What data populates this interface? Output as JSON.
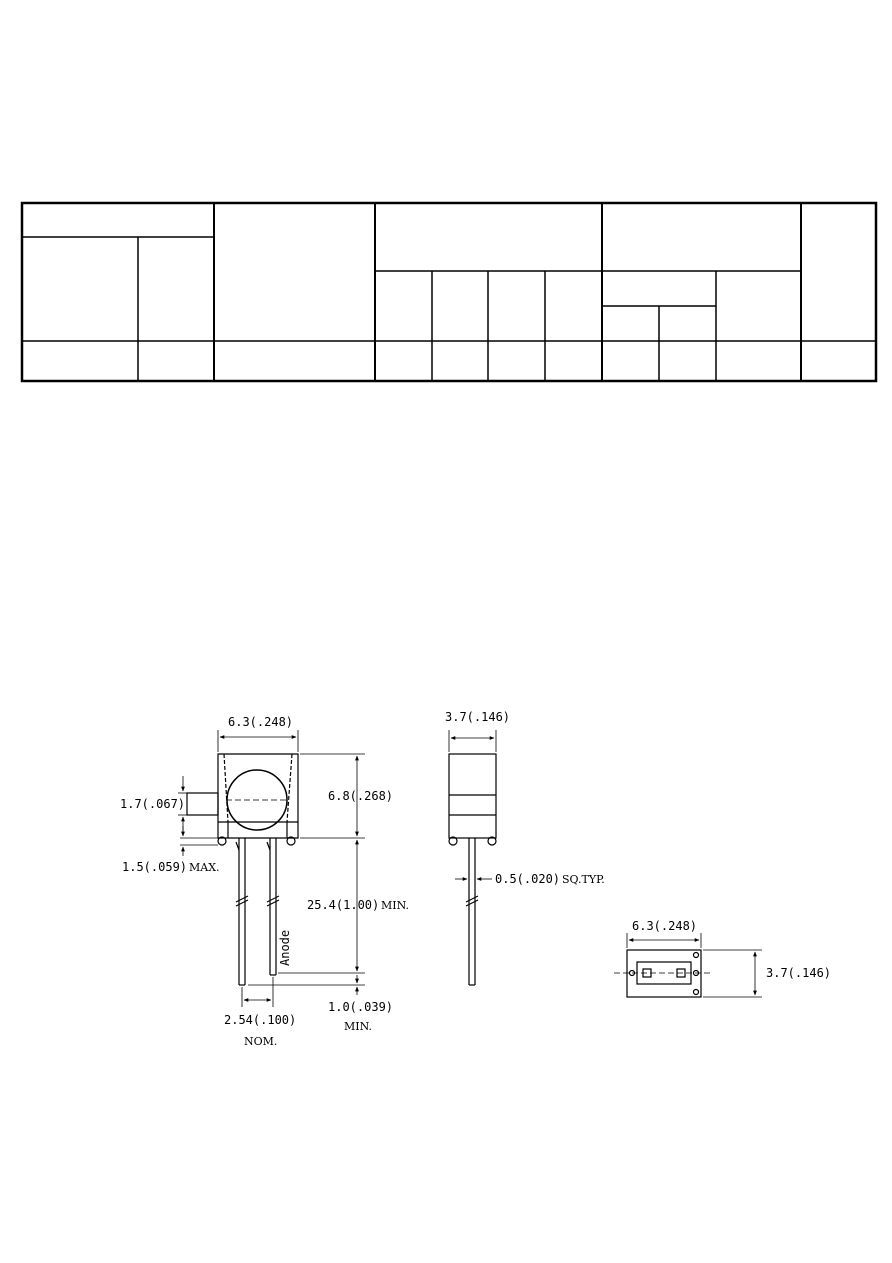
{
  "spec_table": {
    "rows_with_values": []
  },
  "front_view": {
    "width_dim": "6.3(.248)",
    "height_dim": "6.8(.268)",
    "flange_dim": "1.7(.067)",
    "standoff_dim": "1.5(.059)",
    "standoff_note": "MAX.",
    "lead_length_dim": "25.4(1.00)",
    "lead_length_note": "MIN.",
    "anode_label": "Anode",
    "lead_spacing_dim": "2.54(.100)",
    "lead_spacing_note": "NOM.",
    "lead_width_dim": "1.0(.039)",
    "lead_width_note": "MIN."
  },
  "side_view": {
    "depth_dim": "3.7(.146)",
    "lead_dim": "0.5(.020)",
    "lead_note": "SQ.TYP."
  },
  "bottom_view": {
    "width_dim": "6.3(.248)",
    "depth_dim": "3.7(.146)"
  }
}
